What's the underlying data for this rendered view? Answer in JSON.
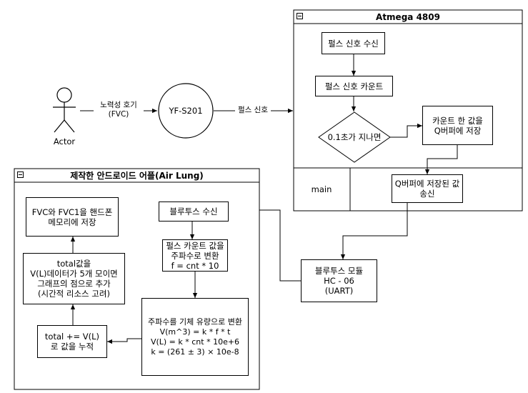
{
  "actor": {
    "label": "Actor"
  },
  "sensor": {
    "label": "YF-S201"
  },
  "edges": {
    "forced_exhale": "노력성 호기\n(FVC)",
    "pulse_signal": "펄스 신호"
  },
  "atmega": {
    "title": "Atmega 4809",
    "lane_main": "main",
    "nodes": {
      "receive": "펄스 신호 수신",
      "count": "펄스 신호 카운트",
      "decision": "0.1초가 지나면",
      "store": "카운트 한 값을\nQ버퍼에 저장",
      "send": "Q버퍼에 저장된 값\n송신"
    }
  },
  "bluetooth_module": {
    "label": "블루투스 모듈\nHC - 06\n(UART)"
  },
  "app": {
    "title": "제작한 안드로이드 어플(Air Lung)",
    "nodes": {
      "bt_receive": "블루투스 수신",
      "to_freq": "펄스 카운트 값을\n주파수로 변환\nf = cnt * 10",
      "to_volume": "주파수를 기체 유량으로 변환\nV(m^3) = k * f * t\nV(L) = k * cnt * 10e+6\nk = (261 ± 3) × 10e-8",
      "accumulate": "total += V(L)\n로 값을 누적",
      "graph": "total값을\nV(L)데이터가 5개 모이면\n그래프의 점으로 추가\n(시간적 리소스 고려)",
      "save": "FVC와 FVC1을 핸드폰\n메모리에 저장"
    }
  }
}
